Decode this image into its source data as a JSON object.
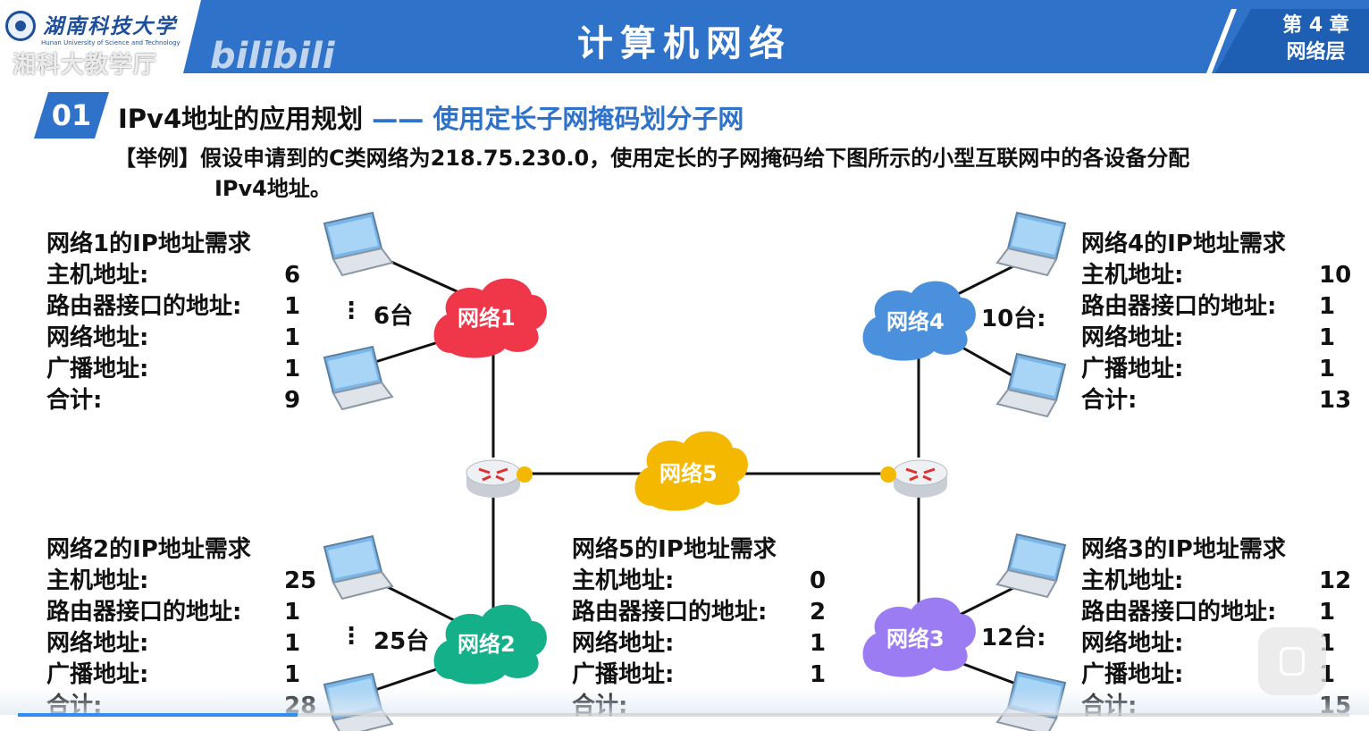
{
  "header": {
    "school_cn": "湖南科技大学",
    "school_en": "Hunan University of Science and Technology",
    "watermark": "湘科大教学厅",
    "platform": "bilibili",
    "title": "计算机网络",
    "chapter_line1": "第 4 章",
    "chapter_line2": "网络层"
  },
  "section": {
    "number": "01",
    "title": "IPv4地址的应用规划",
    "dash": " —— ",
    "subtitle": "使用定长子网掩码划分子网"
  },
  "example": {
    "line1": "【举例】假设申请到的C类网络为218.75.230.0，使用定长的子网掩码给下图所示的小型互联网中的各设备分配",
    "line2": "IPv4地址。"
  },
  "labels": {
    "host": "主机地址:",
    "router": "路由器接口的地址:",
    "network": "网络地址:",
    "broadcast": "广播地址:",
    "total": "合计:"
  },
  "requirements": {
    "net1": {
      "title": "网络1的IP地址需求",
      "host": "6",
      "router": "1",
      "network": "1",
      "broadcast": "1",
      "total": "9"
    },
    "net2": {
      "title": "网络2的IP地址需求",
      "host": "25",
      "router": "1",
      "network": "1",
      "broadcast": "1",
      "total": "28"
    },
    "net3": {
      "title": "网络3的IP地址需求",
      "host": "12",
      "router": "1",
      "network": "1",
      "broadcast": "1",
      "total": "15"
    },
    "net4": {
      "title": "网络4的IP地址需求",
      "host": "10",
      "router": "1",
      "network": "1",
      "broadcast": "1",
      "total": "13"
    },
    "net5": {
      "title": "网络5的IP地址需求",
      "host": "0",
      "router": "2",
      "network": "1",
      "broadcast": "1",
      "total": ""
    }
  },
  "diagram": {
    "net1": "网络1",
    "net2": "网络2",
    "net3": "网络3",
    "net4": "网络4",
    "net5": "网络5",
    "count1": "6台",
    "count2": "25台",
    "count3": "12台:",
    "count4": "10台:",
    "dots": "⋮",
    "colors": {
      "net1": "#f0374a",
      "net2": "#13b08a",
      "net3": "#9b7cf2",
      "net4": "#4a90dc",
      "net5": "#f5b800",
      "header": "#2f72c9"
    }
  },
  "player": {
    "progress": 0.21
  }
}
